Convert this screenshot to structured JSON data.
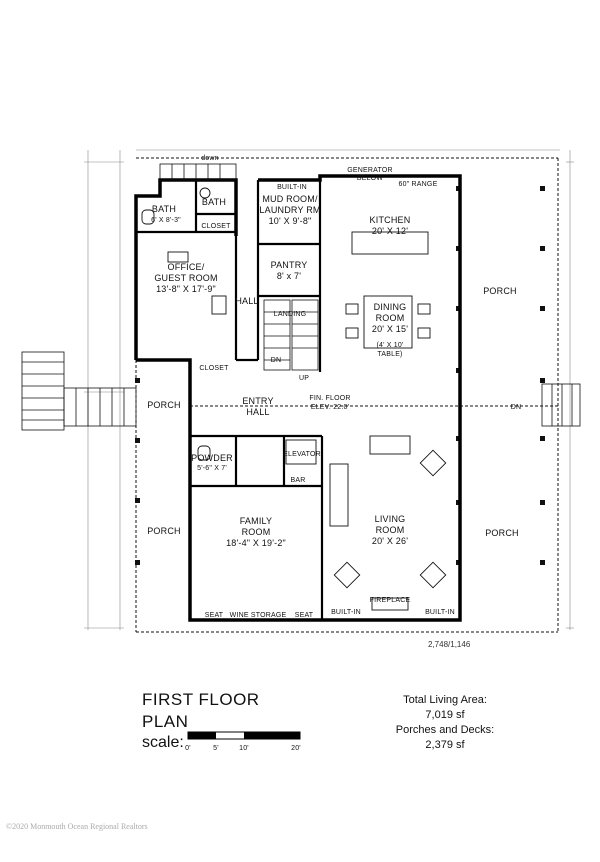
{
  "rooms": {
    "down": "down",
    "built_in_top": "BUILT-IN",
    "generator": "GENERATOR",
    "generator2": "BELOW",
    "range": "60\" RANGE",
    "bath1": "BATH",
    "bath1_dim": "6' X 8'-3\"",
    "bath2": "BATH",
    "mud1": "MUD ROOM/",
    "mud2": "LAUNDRY RM",
    "mud_dim": "10' X 9'-8\"",
    "kitchen": "KITCHEN",
    "kitchen_dim": "20' X 12'",
    "closet1": "CLOSET",
    "office1": "OFFICE/",
    "office2": "GUEST ROOM",
    "office_dim": "13'-8\" X 17'-9\"",
    "pantry": "PANTRY",
    "pantry_dim": "8' x 7'",
    "hall": "HALL",
    "landing": "LANDING",
    "dining1": "DINING",
    "dining2": "ROOM",
    "dining_dim": "20' X 15'",
    "table1": "(4' X 10'",
    "table2": "TABLE)",
    "dn": "DN",
    "up": "UP",
    "closet2": "CLOSET",
    "porch_right_top": "PORCH",
    "porch_left_top": "PORCH",
    "entry1": "ENTRY",
    "entry2": "HALL",
    "fin1": "FIN. FLOOR",
    "fin2": "ELEV. 22.0'",
    "dn_right": "DN",
    "powder": "POWDER",
    "powder_dim": "5'-6\" X 7'",
    "elevator": "ELEVATOR",
    "bar": "BAR",
    "family1": "FAMILY",
    "family2": "ROOM",
    "family_dim": "18'-4\" X 19'-2\"",
    "living1": "LIVING",
    "living2": "ROOM",
    "living_dim": "20' X 26'",
    "porch_left_bottom": "PORCH",
    "porch_right_bottom": "PORCH",
    "seat1": "SEAT",
    "wine": "WINE STORAGE",
    "seat2": "SEAT",
    "built_in_1": "BUILT-IN",
    "fireplace": "FIREPLACE",
    "built_in_2": "BUILT-IN"
  },
  "code": "2,748/1,146",
  "title": {
    "line1": "FIRST FLOOR",
    "line2": "PLAN",
    "scale": "scale:"
  },
  "scale_ticks": [
    "0'",
    "5'",
    "10'",
    "20'"
  ],
  "area": {
    "label1": "Total Living Area:",
    "value1": "7,019 sf",
    "label2": "Porches and Decks:",
    "value2": "2,379 sf"
  },
  "copyright": "©2020 Monmouth Ocean Regional Realtors"
}
